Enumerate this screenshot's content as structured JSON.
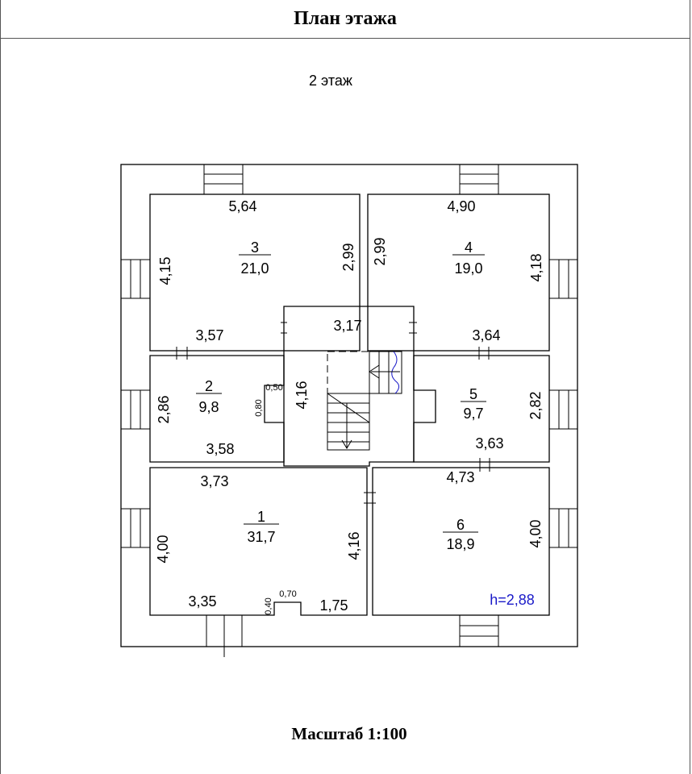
{
  "header": {
    "title": "План этажа"
  },
  "floor": {
    "label": "2 этаж"
  },
  "scale": {
    "label": "Масштаб 1:100"
  },
  "height": {
    "label": "h=2,88"
  },
  "rooms": [
    {
      "number": "3",
      "area": "21,0"
    },
    {
      "number": "4",
      "area": "19,0"
    },
    {
      "number": "2",
      "area": "9,8"
    },
    {
      "number": "5",
      "area": "9,7"
    },
    {
      "number": "1",
      "area": "31,7"
    },
    {
      "number": "6",
      "area": "18,9"
    }
  ],
  "dimensions": {
    "r3_top": "5,64",
    "r3_left": "4,15",
    "r3_right": "2,99",
    "r3_bottom": "3,57",
    "r4_top": "4,90",
    "r4_left": "2,99",
    "r4_right": "4,18",
    "r4_bottom": "3,64",
    "hall_top": "3,17",
    "hall_height": "4,16",
    "r2_left": "2,86",
    "r2_bottom": "3,58",
    "r2_niche_w": "0,50",
    "r2_niche_h": "0,80",
    "r5_right": "2,82",
    "r5_bottom": "3,63",
    "r1_top": "3,73",
    "r1_left": "4,00",
    "r1_right": "4,16",
    "r1_bottom_left": "3,35",
    "r1_bottom_right": "1,75",
    "r1_niche_w": "0,70",
    "r1_niche_h": "0,40",
    "r6_top": "4,73",
    "r6_right": "4,00"
  }
}
